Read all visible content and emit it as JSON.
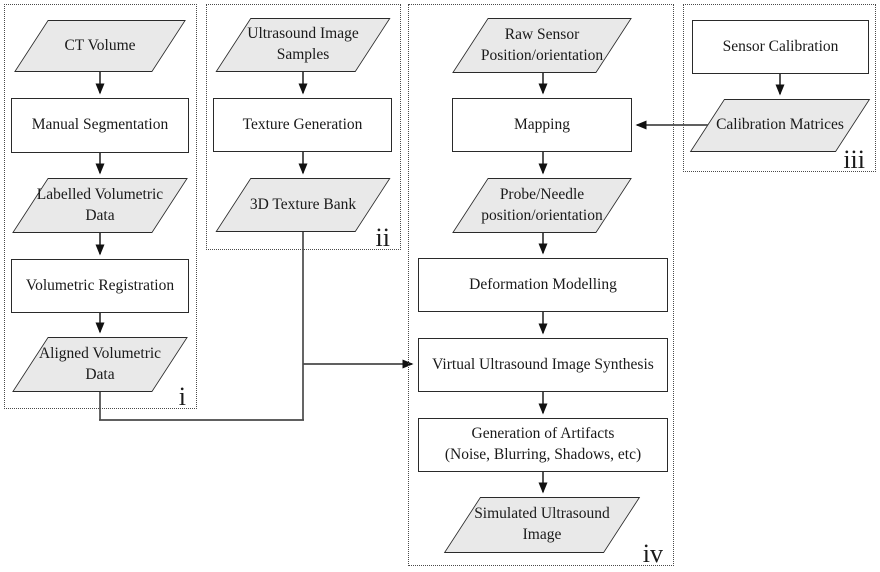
{
  "diagram_title": "Ultrasound simulation pipeline flowchart",
  "groups": {
    "i": {
      "label": "i"
    },
    "ii": {
      "label": "ii"
    },
    "iii": {
      "label": "iii"
    },
    "iv": {
      "label": "iv"
    }
  },
  "nodes": {
    "ct_volume": {
      "label": "CT Volume",
      "shape": "parallelogram"
    },
    "manual_segmentation": {
      "label": "Manual Segmentation",
      "shape": "rectangle"
    },
    "labelled_volumetric_data": {
      "label": "Labelled Volumetric\nData",
      "shape": "parallelogram"
    },
    "volumetric_registration": {
      "label": "Volumetric Registration",
      "shape": "rectangle"
    },
    "aligned_volumetric_data": {
      "label": "Aligned Volumetric\nData",
      "shape": "parallelogram"
    },
    "ultrasound_image_samples": {
      "label": "Ultrasound Image\nSamples",
      "shape": "parallelogram"
    },
    "texture_generation": {
      "label": "Texture Generation",
      "shape": "rectangle"
    },
    "texture_bank_3d": {
      "label": "3D Texture Bank",
      "shape": "parallelogram"
    },
    "sensor_calibration": {
      "label": "Sensor Calibration",
      "shape": "rectangle"
    },
    "calibration_matrices": {
      "label": "Calibration Matrices",
      "shape": "parallelogram"
    },
    "raw_sensor_position": {
      "label": "Raw Sensor\nPosition/orientation",
      "shape": "parallelogram"
    },
    "mapping": {
      "label": "Mapping",
      "shape": "rectangle"
    },
    "probe_needle_position": {
      "label": "Probe/Needle\nposition/orientation",
      "shape": "parallelogram"
    },
    "deformation_modelling": {
      "label": "Deformation Modelling",
      "shape": "rectangle"
    },
    "virtual_ultrasound_synthesis": {
      "label": "Virtual Ultrasound Image Synthesis",
      "shape": "rectangle"
    },
    "generation_of_artifacts": {
      "label": "Generation of Artifacts\n(Noise, Blurring, Shadows, etc)",
      "shape": "rectangle"
    },
    "simulated_ultrasound_image": {
      "label": "Simulated Ultrasound\nImage",
      "shape": "parallelogram"
    }
  },
  "edges": [
    "ct_volume -> manual_segmentation",
    "manual_segmentation -> labelled_volumetric_data",
    "labelled_volumetric_data -> volumetric_registration",
    "volumetric_registration -> aligned_volumetric_data",
    "ultrasound_image_samples -> texture_generation",
    "texture_generation -> texture_bank_3d",
    "sensor_calibration -> calibration_matrices",
    "calibration_matrices -> mapping",
    "raw_sensor_position -> mapping",
    "mapping -> probe_needle_position",
    "probe_needle_position -> deformation_modelling",
    "deformation_modelling -> virtual_ultrasound_synthesis",
    "aligned_volumetric_data -> virtual_ultrasound_synthesis",
    "texture_bank_3d -> virtual_ultrasound_synthesis",
    "virtual_ultrasound_synthesis -> generation_of_artifacts",
    "generation_of_artifacts -> simulated_ultrasound_image"
  ],
  "colors": {
    "data_fill": "#e9e9e9",
    "process_fill": "#ffffff",
    "shape_border": "#2a2a2a",
    "connector": "#555555",
    "arrowhead": "#111111",
    "group_border": "#4a4a4a",
    "text": "#1a1a1a",
    "background": "#ffffff"
  }
}
